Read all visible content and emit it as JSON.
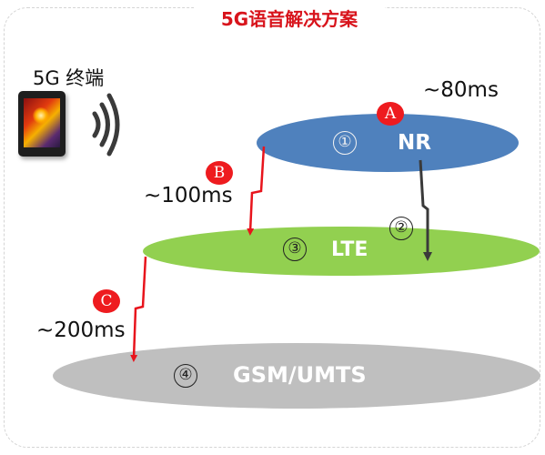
{
  "title": "5G语音解决方案",
  "terminal": {
    "label": "5G 终端"
  },
  "networks": [
    {
      "number": "①",
      "name": "NR",
      "color": "#4f81bd"
    },
    {
      "number": "②",
      "name": "",
      "color": ""
    },
    {
      "number": "③",
      "name": "LTE",
      "color": "#92d050"
    },
    {
      "number": "④",
      "name": "GSM/UMTS",
      "color": "#bfbfbf"
    }
  ],
  "fallbacks": [
    {
      "marker": "A",
      "latency": "~80ms",
      "color": "#ee1b1f"
    },
    {
      "marker": "B",
      "latency": "~100ms",
      "color": "#ee1b1f"
    },
    {
      "marker": "C",
      "latency": "~200ms",
      "color": "#ee1b1f"
    }
  ],
  "colors": {
    "title": "#d8141c",
    "fallback_arrow": "#e8141c",
    "handover_arrow": "#3a3a3a"
  },
  "icons": [
    "smartphone-icon",
    "signal-waves-icon"
  ]
}
